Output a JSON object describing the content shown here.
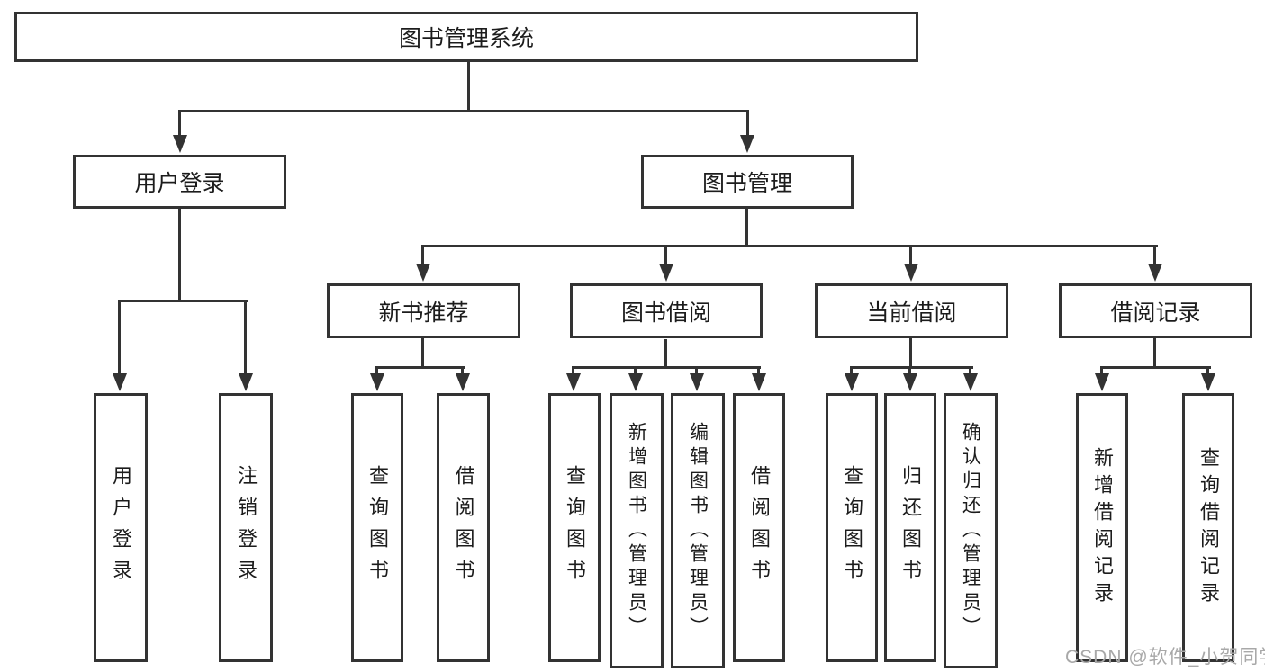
{
  "diagram": {
    "root": "图书管理系统",
    "user_login": {
      "label": "用户登录",
      "children": [
        "用户登录",
        "注销登录"
      ]
    },
    "book_mgmt": {
      "label": "图书管理",
      "sections": [
        {
          "label": "新书推荐",
          "children": [
            "查询图书",
            "借阅图书"
          ]
        },
        {
          "label": "图书借阅",
          "children": [
            "查询图书",
            "新增图书（管理员）",
            "编辑图书（管理员）",
            "借阅图书"
          ]
        },
        {
          "label": "当前借阅",
          "children": [
            "查询图书",
            "归还图书",
            "确认归还（管理员）"
          ]
        },
        {
          "label": "借阅记录",
          "children": [
            "新增借阅记录",
            "查询借阅记录"
          ]
        }
      ]
    },
    "colors": {
      "line": "#333333",
      "text": "#1c1c1c",
      "background": "#ffffff",
      "watermark": "#a8a8a8"
    }
  },
  "watermark": {
    "text": "CSDN @软件_小贺同学"
  }
}
